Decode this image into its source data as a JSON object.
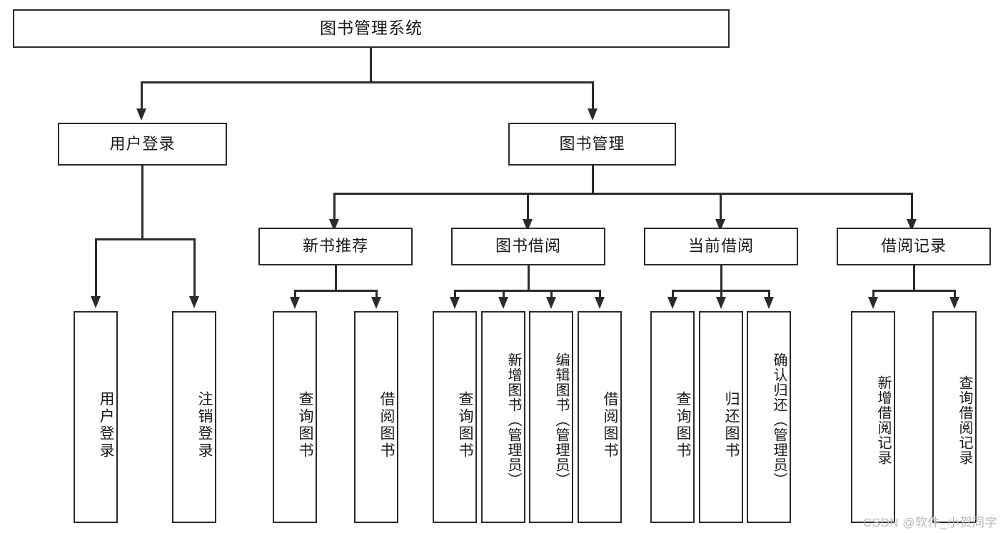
{
  "diagram": {
    "title": "图书管理系统",
    "type": "tree-hierarchy-diagram",
    "colors": {
      "stroke": "#2b2b2b",
      "fill": "#ffffff",
      "text": "#1a1a1a",
      "watermark": "#b9b9b9"
    },
    "levels": {
      "root": {
        "label": "图书管理系统"
      },
      "level2": [
        {
          "label": "用户登录"
        },
        {
          "label": "图书管理"
        }
      ],
      "level3": [
        {
          "label": "新书推荐"
        },
        {
          "label": "图书借阅"
        },
        {
          "label": "当前借阅"
        },
        {
          "label": "借阅记录"
        }
      ],
      "leaves": {
        "user_login": [
          {
            "label": "用户登录"
          },
          {
            "label": "注销登录"
          }
        ],
        "new_book_recommend": [
          {
            "label": "查询图书"
          },
          {
            "label": "借阅图书"
          }
        ],
        "book_borrow": [
          {
            "label": "查询图书"
          },
          {
            "label": "新增图书（管理员）"
          },
          {
            "label": "编辑图书（管理员）"
          },
          {
            "label": "借阅图书"
          }
        ],
        "current_borrow": [
          {
            "label": "查询图书"
          },
          {
            "label": "归还图书"
          },
          {
            "label": "确认归还（管理员）"
          }
        ],
        "borrow_record": [
          {
            "label": "新增借阅记录"
          },
          {
            "label": "查询借阅记录"
          }
        ]
      }
    }
  },
  "watermark": {
    "text": "CSDN @软件_小贺同学"
  }
}
